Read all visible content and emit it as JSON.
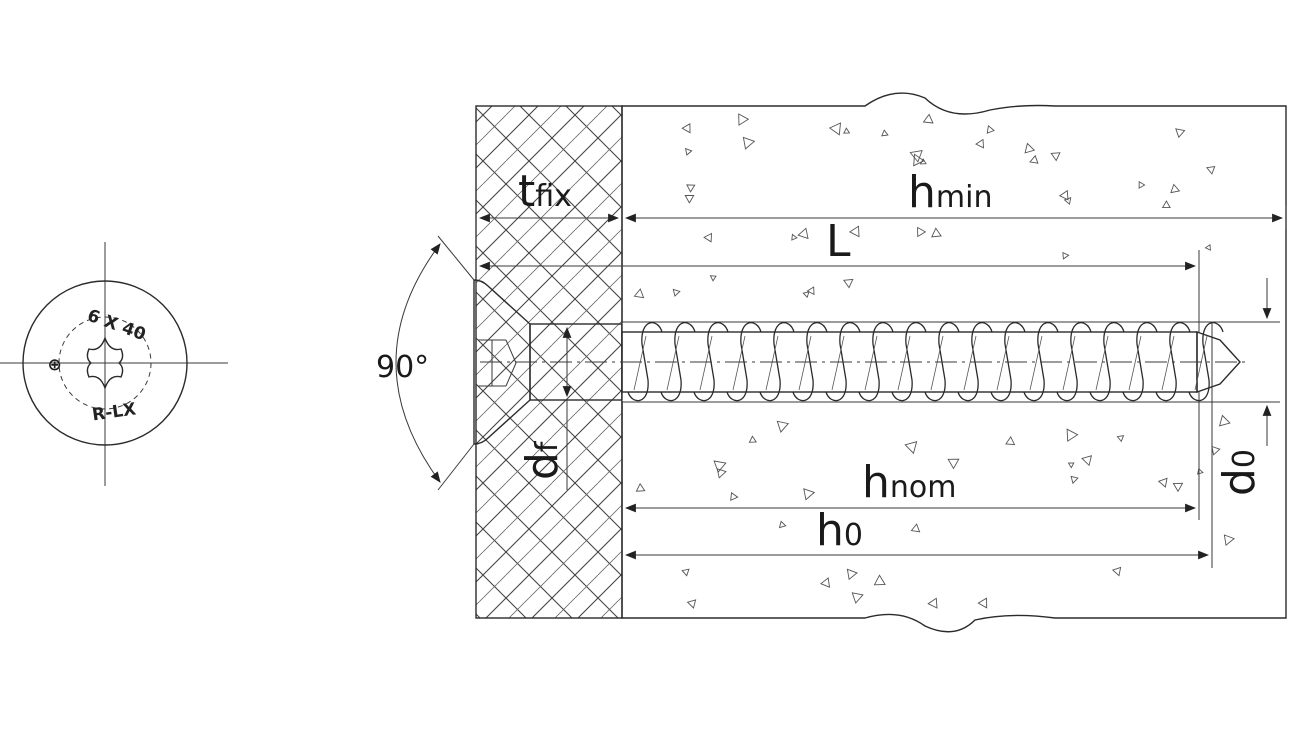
{
  "head_view": {
    "marking_top": "6 X 40",
    "marking_left": "⊕",
    "marking_bottom": "R-LX"
  },
  "labels": {
    "angle": "90°",
    "t": "t",
    "t_sub": "fix",
    "h_min": "h",
    "h_min_sub": "min",
    "L": "L",
    "d_f": "d",
    "d_f_sub": "f",
    "h_nom": "h",
    "h_nom_sub": "nom",
    "h_0": "h",
    "h_0_sub": "0",
    "d_0": "d",
    "d_0_sub": "0"
  },
  "colors": {
    "line": "#2b2b2b",
    "background": "#ffffff"
  }
}
